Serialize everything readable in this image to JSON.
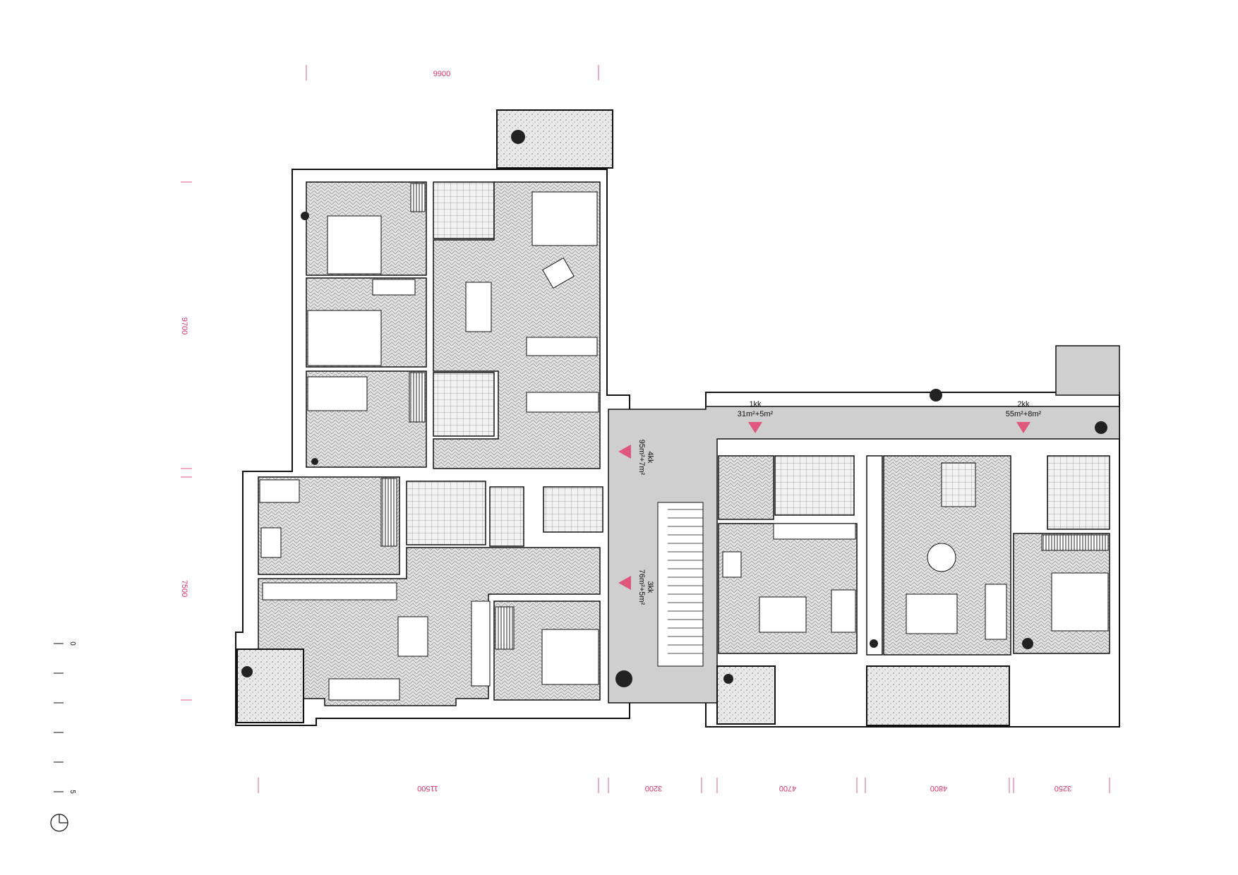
{
  "plan": {
    "dimensions": {
      "top": "9900",
      "left_upper": "9700",
      "left_lower": "7500",
      "bottom_1": "11500",
      "bottom_2": "3200",
      "bottom_3": "4700",
      "bottom_4": "4800",
      "bottom_5": "3250"
    },
    "units": {
      "u4": {
        "type": "4kk",
        "area": "95m²+7m²"
      },
      "u3": {
        "type": "3kk",
        "area": "76m²+5m²"
      },
      "u1": {
        "type": "1kk",
        "area": "31m²+5m²"
      },
      "u2": {
        "type": "2kk",
        "area": "55m²+8m²"
      }
    },
    "scale": {
      "start": "0",
      "end": "5"
    },
    "colors": {
      "accent": "#d6336c",
      "floor": "#cfcfcf",
      "wall": "#ffffff",
      "line": "#111111"
    },
    "north_icon": "north-arrow-icon"
  }
}
